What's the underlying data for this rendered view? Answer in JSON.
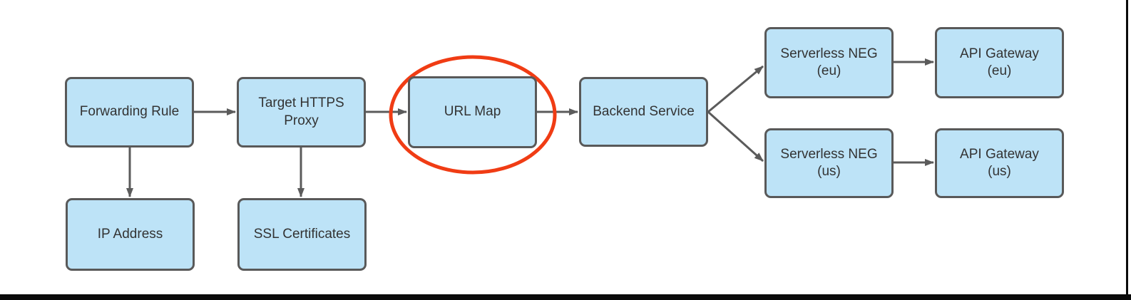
{
  "diagram": {
    "type": "flowchart",
    "nodes": {
      "forwarding_rule": {
        "label": "Forwarding Rule"
      },
      "target_https_proxy": {
        "label": "Target HTTPS\nProxy"
      },
      "url_map": {
        "label": "URL Map"
      },
      "backend_service": {
        "label": "Backend Service"
      },
      "serverless_neg_eu": {
        "label": "Serverless NEG\n(eu)"
      },
      "api_gateway_eu": {
        "label": "API Gateway\n(eu)"
      },
      "serverless_neg_us": {
        "label": "Serverless NEG\n(us)"
      },
      "api_gateway_us": {
        "label": "API Gateway\n(us)"
      },
      "ip_address": {
        "label": "IP Address"
      },
      "ssl_certificates": {
        "label": "SSL Certificates"
      }
    },
    "edges": [
      {
        "from": "forwarding_rule",
        "to": "target_https_proxy"
      },
      {
        "from": "target_https_proxy",
        "to": "url_map"
      },
      {
        "from": "url_map",
        "to": "backend_service"
      },
      {
        "from": "backend_service",
        "to": "serverless_neg_eu"
      },
      {
        "from": "backend_service",
        "to": "serverless_neg_us"
      },
      {
        "from": "serverless_neg_eu",
        "to": "api_gateway_eu"
      },
      {
        "from": "serverless_neg_us",
        "to": "api_gateway_us"
      },
      {
        "from": "forwarding_rule",
        "to": "ip_address"
      },
      {
        "from": "target_https_proxy",
        "to": "ssl_certificates"
      }
    ],
    "annotation": {
      "type": "ellipse-highlight",
      "target": "url_map"
    },
    "colors": {
      "node_fill": "#bde3f7",
      "node_border": "#595959",
      "arrow": "#5b5b5b",
      "text": "#333333",
      "highlight": "#f03c14",
      "frame": "#0a0a0a"
    }
  }
}
